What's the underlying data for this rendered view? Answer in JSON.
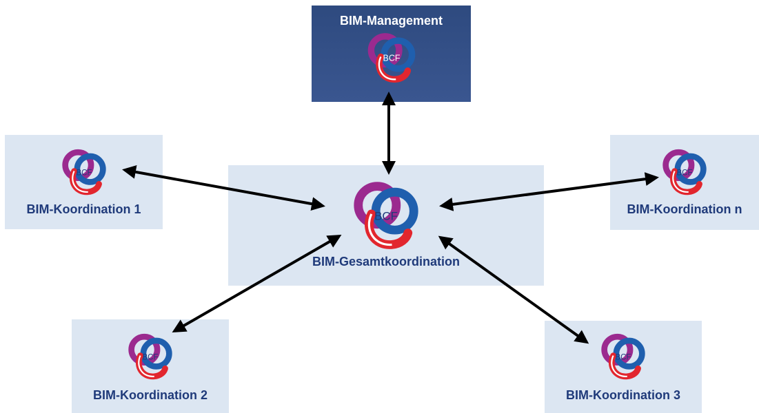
{
  "nodes": {
    "management": {
      "label": "BIM-Management",
      "logo_text": "BCF"
    },
    "center": {
      "label": "BIM-Gesamtkoordination",
      "logo_text": "BCF"
    },
    "k1": {
      "label": "BIM-Koordination 1",
      "logo_text": "BCF"
    },
    "kn": {
      "label": "BIM-Koordination n",
      "logo_text": "BCF"
    },
    "k2": {
      "label": "BIM-Koordination 2",
      "logo_text": "BCF"
    },
    "k3": {
      "label": "BIM-Koordination 3",
      "logo_text": "BCF"
    }
  },
  "colors": {
    "node_fill": "#dce6f2",
    "management_fill": "#2e4a7f",
    "label_text": "#1f3a7a",
    "arrow": "#000000",
    "logo_purple": "#9b2a8f",
    "logo_blue": "#1f5fae",
    "logo_red": "#e2262e"
  },
  "edges": [
    {
      "from": "management",
      "to": "center",
      "bidirectional": true
    },
    {
      "from": "k1",
      "to": "center",
      "bidirectional": true
    },
    {
      "from": "kn",
      "to": "center",
      "bidirectional": true
    },
    {
      "from": "k2",
      "to": "center",
      "bidirectional": true
    },
    {
      "from": "k3",
      "to": "center",
      "bidirectional": true
    }
  ]
}
